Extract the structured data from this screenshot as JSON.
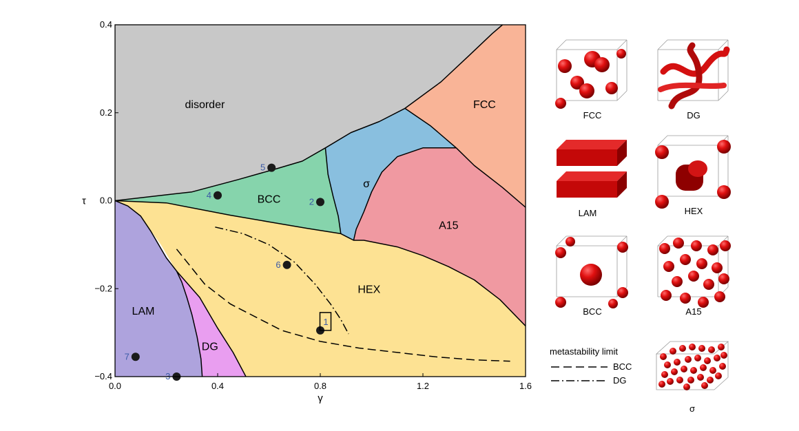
{
  "chart_data": {
    "type": "phase-diagram",
    "xlabel": "γ",
    "ylabel": "τ",
    "xlim": [
      0.0,
      1.6
    ],
    "ylim": [
      -0.4,
      0.4
    ],
    "x_ticks": [
      "0.0",
      "0.4",
      "0.8",
      "1.2",
      "1.6"
    ],
    "y_ticks": [
      "0.4",
      "0.2",
      "0.0",
      "−0.2",
      "−0.4"
    ],
    "x_tick_values": [
      0.0,
      0.4,
      0.8,
      1.2,
      1.6
    ],
    "y_tick_values": [
      0.4,
      0.2,
      0.0,
      -0.2,
      -0.4
    ],
    "regions": [
      {
        "name": "disorder",
        "color": "#c8c8c8",
        "label_at": [
          0.35,
          0.22
        ],
        "polygon": [
          [
            0.0,
            0.4
          ],
          [
            1.51,
            0.4
          ],
          [
            1.47,
            0.38
          ],
          [
            1.38,
            0.33
          ],
          [
            1.27,
            0.27
          ],
          [
            1.13,
            0.21
          ],
          [
            1.03,
            0.18
          ],
          [
            0.92,
            0.155
          ],
          [
            0.82,
            0.12
          ],
          [
            0.73,
            0.09
          ],
          [
            0.62,
            0.071
          ],
          [
            0.48,
            0.048
          ],
          [
            0.3,
            0.02
          ],
          [
            0.0,
            0.0
          ]
        ]
      },
      {
        "name": "FCC",
        "color": "#f9b497",
        "label_at": [
          1.44,
          0.22
        ],
        "polygon": [
          [
            1.51,
            0.4
          ],
          [
            1.6,
            0.4
          ],
          [
            1.6,
            -0.015
          ],
          [
            1.51,
            0.03
          ],
          [
            1.4,
            0.08
          ],
          [
            1.33,
            0.12
          ],
          [
            1.23,
            0.17
          ],
          [
            1.13,
            0.21
          ],
          [
            1.27,
            0.27
          ],
          [
            1.38,
            0.33
          ],
          [
            1.47,
            0.38
          ]
        ]
      },
      {
        "name": "σ",
        "color": "#89bfdf",
        "label_at": [
          0.98,
          0.04
        ],
        "polygon": [
          [
            0.82,
            0.12
          ],
          [
            0.92,
            0.155
          ],
          [
            1.03,
            0.18
          ],
          [
            1.13,
            0.21
          ],
          [
            1.23,
            0.17
          ],
          [
            1.33,
            0.12
          ],
          [
            1.2,
            0.12
          ],
          [
            1.1,
            0.1
          ],
          [
            1.04,
            0.065
          ],
          [
            1.0,
            0.02
          ],
          [
            0.97,
            -0.025
          ],
          [
            0.94,
            -0.065
          ],
          [
            0.93,
            -0.09
          ],
          [
            0.88,
            -0.075
          ],
          [
            0.87,
            -0.035
          ],
          [
            0.85,
            0.01
          ],
          [
            0.83,
            0.06
          ]
        ]
      },
      {
        "name": "BCC",
        "color": "#86d4ac",
        "label_at": [
          0.6,
          0.005
        ],
        "polygon": [
          [
            0.0,
            0.0
          ],
          [
            0.3,
            0.02
          ],
          [
            0.48,
            0.048
          ],
          [
            0.62,
            0.071
          ],
          [
            0.73,
            0.09
          ],
          [
            0.82,
            0.12
          ],
          [
            0.83,
            0.06
          ],
          [
            0.85,
            0.01
          ],
          [
            0.87,
            -0.035
          ],
          [
            0.88,
            -0.075
          ],
          [
            0.75,
            -0.063
          ],
          [
            0.6,
            -0.048
          ],
          [
            0.45,
            -0.033
          ],
          [
            0.2,
            -0.005
          ]
        ]
      },
      {
        "name": "A15",
        "color": "#f099a1",
        "label_at": [
          1.3,
          -0.055
        ],
        "polygon": [
          [
            1.33,
            0.12
          ],
          [
            1.4,
            0.08
          ],
          [
            1.51,
            0.03
          ],
          [
            1.6,
            -0.015
          ],
          [
            1.6,
            -0.285
          ],
          [
            1.5,
            -0.225
          ],
          [
            1.4,
            -0.18
          ],
          [
            1.3,
            -0.15
          ],
          [
            1.2,
            -0.125
          ],
          [
            1.1,
            -0.105
          ],
          [
            0.97,
            -0.09
          ],
          [
            0.93,
            -0.09
          ],
          [
            0.94,
            -0.065
          ],
          [
            0.97,
            -0.025
          ],
          [
            1.0,
            0.02
          ],
          [
            1.04,
            0.065
          ],
          [
            1.1,
            0.1
          ],
          [
            1.2,
            0.12
          ]
        ]
      },
      {
        "name": "HEX",
        "color": "#fde293",
        "label_at": [
          0.99,
          -0.2
        ],
        "polygon": [
          [
            0.0,
            0.0
          ],
          [
            0.2,
            -0.005
          ],
          [
            0.45,
            -0.033
          ],
          [
            0.6,
            -0.048
          ],
          [
            0.75,
            -0.063
          ],
          [
            0.88,
            -0.075
          ],
          [
            0.93,
            -0.09
          ],
          [
            0.97,
            -0.09
          ],
          [
            1.1,
            -0.105
          ],
          [
            1.2,
            -0.125
          ],
          [
            1.3,
            -0.15
          ],
          [
            1.4,
            -0.18
          ],
          [
            1.5,
            -0.225
          ],
          [
            1.6,
            -0.285
          ],
          [
            1.6,
            -0.4
          ],
          [
            0.51,
            -0.4
          ],
          [
            0.46,
            -0.345
          ],
          [
            0.4,
            -0.29
          ],
          [
            0.33,
            -0.22
          ],
          [
            0.24,
            -0.16
          ],
          [
            0.18,
            -0.1
          ],
          [
            0.1,
            -0.035
          ],
          [
            0.05,
            -0.012
          ]
        ]
      },
      {
        "name": "LAM",
        "color": "#aea3dd",
        "label_at": [
          0.11,
          -0.25
        ],
        "polygon": [
          [
            0.0,
            0.0
          ],
          [
            0.05,
            -0.012
          ],
          [
            0.1,
            -0.035
          ],
          [
            0.14,
            -0.07
          ],
          [
            0.17,
            -0.1
          ],
          [
            0.2,
            -0.13
          ],
          [
            0.24,
            -0.16
          ],
          [
            0.26,
            -0.185
          ],
          [
            0.28,
            -0.22
          ],
          [
            0.3,
            -0.26
          ],
          [
            0.32,
            -0.31
          ],
          [
            0.335,
            -0.36
          ],
          [
            0.34,
            -0.4
          ],
          [
            0.0,
            -0.4
          ]
        ]
      },
      {
        "name": "DG",
        "color": "#e99ef0",
        "label_at": [
          0.37,
          -0.33
        ],
        "polygon": [
          [
            0.24,
            -0.16
          ],
          [
            0.33,
            -0.22
          ],
          [
            0.4,
            -0.29
          ],
          [
            0.46,
            -0.345
          ],
          [
            0.51,
            -0.4
          ],
          [
            0.34,
            -0.4
          ],
          [
            0.335,
            -0.36
          ],
          [
            0.32,
            -0.31
          ],
          [
            0.3,
            -0.26
          ],
          [
            0.28,
            -0.22
          ],
          [
            0.26,
            -0.185
          ]
        ]
      }
    ],
    "boundaries": [
      [
        [
          0.0,
          0.0
        ],
        [
          0.3,
          0.02
        ],
        [
          0.48,
          0.048
        ],
        [
          0.62,
          0.071
        ],
        [
          0.73,
          0.09
        ],
        [
          0.82,
          0.12
        ],
        [
          0.92,
          0.155
        ],
        [
          1.03,
          0.18
        ],
        [
          1.13,
          0.21
        ],
        [
          1.27,
          0.27
        ],
        [
          1.38,
          0.33
        ],
        [
          1.47,
          0.38
        ],
        [
          1.51,
          0.4
        ]
      ],
      [
        [
          1.13,
          0.21
        ],
        [
          1.23,
          0.17
        ],
        [
          1.33,
          0.12
        ],
        [
          1.4,
          0.08
        ],
        [
          1.51,
          0.03
        ],
        [
          1.6,
          -0.015
        ]
      ],
      [
        [
          1.33,
          0.12
        ],
        [
          1.2,
          0.12
        ],
        [
          1.1,
          0.1
        ],
        [
          1.04,
          0.065
        ],
        [
          1.0,
          0.02
        ],
        [
          0.97,
          -0.025
        ],
        [
          0.94,
          -0.065
        ],
        [
          0.93,
          -0.09
        ]
      ],
      [
        [
          0.82,
          0.12
        ],
        [
          0.83,
          0.06
        ],
        [
          0.85,
          0.01
        ],
        [
          0.87,
          -0.035
        ],
        [
          0.88,
          -0.075
        ]
      ],
      [
        [
          0.0,
          0.0
        ],
        [
          0.2,
          -0.005
        ],
        [
          0.45,
          -0.033
        ],
        [
          0.6,
          -0.048
        ],
        [
          0.75,
          -0.063
        ],
        [
          0.88,
          -0.075
        ],
        [
          0.93,
          -0.09
        ],
        [
          0.97,
          -0.09
        ],
        [
          1.1,
          -0.105
        ],
        [
          1.2,
          -0.125
        ],
        [
          1.3,
          -0.15
        ],
        [
          1.4,
          -0.18
        ],
        [
          1.5,
          -0.225
        ],
        [
          1.6,
          -0.285
        ]
      ],
      [
        [
          0.0,
          0.0
        ],
        [
          0.05,
          -0.012
        ],
        [
          0.1,
          -0.035
        ],
        [
          0.14,
          -0.07
        ],
        [
          0.17,
          -0.1
        ],
        [
          0.2,
          -0.13
        ],
        [
          0.24,
          -0.16
        ],
        [
          0.26,
          -0.185
        ],
        [
          0.28,
          -0.22
        ],
        [
          0.3,
          -0.26
        ],
        [
          0.32,
          -0.31
        ],
        [
          0.335,
          -0.36
        ],
        [
          0.34,
          -0.4
        ]
      ],
      [
        [
          0.24,
          -0.16
        ],
        [
          0.33,
          -0.22
        ],
        [
          0.4,
          -0.29
        ],
        [
          0.46,
          -0.345
        ],
        [
          0.51,
          -0.4
        ]
      ]
    ],
    "metastability_lines": [
      {
        "name": "BCC",
        "dash": "dashed",
        "points": [
          [
            0.24,
            -0.11
          ],
          [
            0.35,
            -0.19
          ],
          [
            0.45,
            -0.235
          ],
          [
            0.55,
            -0.265
          ],
          [
            0.65,
            -0.295
          ],
          [
            0.8,
            -0.32
          ],
          [
            0.95,
            -0.335
          ],
          [
            1.1,
            -0.345
          ],
          [
            1.25,
            -0.355
          ],
          [
            1.4,
            -0.362
          ],
          [
            1.54,
            -0.365
          ]
        ]
      },
      {
        "name": "DG",
        "dash": "dash-dot",
        "points": [
          [
            0.39,
            -0.06
          ],
          [
            0.5,
            -0.075
          ],
          [
            0.6,
            -0.1
          ],
          [
            0.7,
            -0.14
          ],
          [
            0.78,
            -0.19
          ],
          [
            0.84,
            -0.235
          ],
          [
            0.88,
            -0.27
          ],
          [
            0.91,
            -0.303
          ]
        ]
      }
    ],
    "points": [
      {
        "label": "1",
        "x": 0.8,
        "y": -0.295
      },
      {
        "label": "2",
        "x": 0.8,
        "y": -0.003
      },
      {
        "label": "3",
        "x": 0.24,
        "y": -0.4
      },
      {
        "label": "4",
        "x": 0.4,
        "y": 0.012
      },
      {
        "label": "5",
        "x": 0.61,
        "y": 0.075
      },
      {
        "label": "6",
        "x": 0.67,
        "y": -0.146
      },
      {
        "label": "7",
        "x": 0.08,
        "y": -0.355
      }
    ],
    "highlight_box_around_point": "1",
    "legend": {
      "title": "metastability limit",
      "entries": [
        {
          "label": "BCC",
          "dash": "dashed"
        },
        {
          "label": "DG",
          "dash": "dash-dot"
        }
      ]
    },
    "structure_thumbnails": [
      "FCC",
      "DG",
      "LAM",
      "HEX",
      "BCC",
      "A15",
      "σ"
    ]
  }
}
